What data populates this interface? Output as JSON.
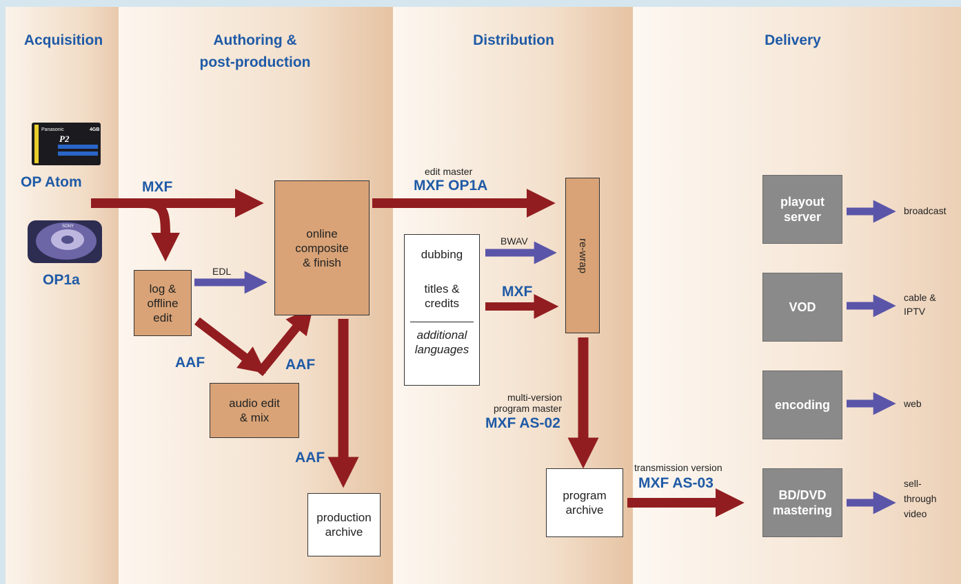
{
  "columns": {
    "acquisition": "Acquisition",
    "authoring_line1": "Authoring &",
    "authoring_line2": "post-production",
    "distribution": "Distribution",
    "delivery": "Delivery"
  },
  "acquisition": {
    "op_atom": "OP Atom",
    "op1a": "OP1a",
    "p2_card_brand": "Panasonic",
    "p2_card_logo": "P2",
    "p2_card_capacity": "4GB",
    "disc_brand": "SONY"
  },
  "boxes": {
    "online_composite_l1": "online",
    "online_composite_l2": "composite",
    "online_composite_l3": "& finish",
    "log_offline_l1": "log &",
    "log_offline_l2": "offline",
    "log_offline_l3": "edit",
    "audio_edit_l1": "audio edit",
    "audio_edit_l2": "& mix",
    "production_archive_l1": "production",
    "production_archive_l2": "archive",
    "dubbing": "dubbing",
    "titles_l1": "titles &",
    "titles_l2": "credits",
    "additional_l1": "additional",
    "additional_l2": "languages",
    "rewrap": "re-wrap",
    "program_archive_l1": "program",
    "program_archive_l2": "archive",
    "playout_l1": "playout",
    "playout_l2": "server",
    "vod": "VOD",
    "encoding": "encoding",
    "bd_dvd_l1": "BD/DVD",
    "bd_dvd_l2": "mastering"
  },
  "labels": {
    "mxf_acq": "MXF",
    "edl": "EDL",
    "aaf_offline": "AAF",
    "aaf_audio": "AAF",
    "aaf_archive": "AAF",
    "edit_master": "edit master",
    "mxf_op1a": "MXF OP1A",
    "bwav": "BWAV",
    "mxf_titles": "MXF",
    "multi_version_l1": "multi-version",
    "multi_version_l2": "program master",
    "mxf_as02": "MXF AS-02",
    "transmission_version": "transmission version",
    "mxf_as03": "MXF AS-03"
  },
  "outputs": {
    "broadcast": "broadcast",
    "cable_l1": "cable &",
    "cable_l2": "IPTV",
    "web": "web",
    "sell_l1": "sell-",
    "sell_l2": "through",
    "sell_l3": "video"
  },
  "colors": {
    "heading_blue": "#1f5aa6",
    "essence_arrow": "#921d20",
    "metadata_arrow": "#5a55a8",
    "process_box": "#d9a377",
    "delivery_box": "#8a8a8a"
  }
}
